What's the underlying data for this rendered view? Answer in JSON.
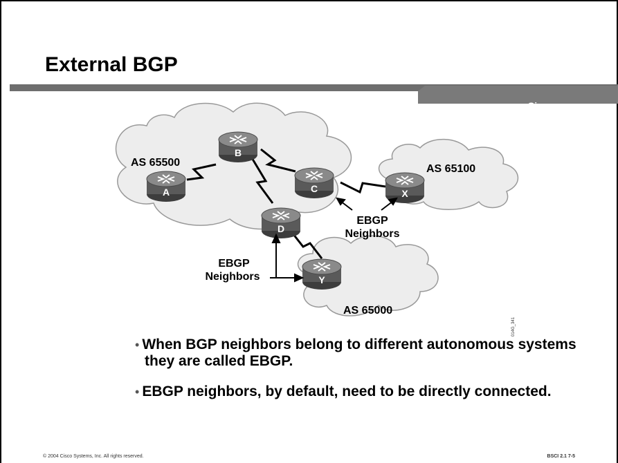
{
  "slide": {
    "title": "External BGP",
    "brand": "Cisco.com",
    "footer_left": "© 2004 Cisco Systems, Inc. All rights reserved.",
    "footer_right": "BSCI 2.1    7-5",
    "figure_id": "014G_341"
  },
  "diagram": {
    "as_labels": {
      "as_65500": "AS 65500",
      "as_65100": "AS 65100",
      "as_65000": "AS 65000"
    },
    "routers": {
      "a": "A",
      "b": "B",
      "c": "C",
      "d": "D",
      "x": "X",
      "y": "Y"
    },
    "ebgp_right": {
      "line1": "EBGP",
      "line2": "Neighbors"
    },
    "ebgp_left": {
      "line1": "EBGP",
      "line2": "Neighbors"
    }
  },
  "bullets": [
    "When BGP neighbors belong to different autonomous systems they are called EBGP.",
    "EBGP neighbors, by default, need to be directly connected."
  ],
  "colors": {
    "header_bar": "#6e6e6e",
    "cloud_fill": "#ededed",
    "router_top": "#8a8a8a",
    "router_body": "#5a5a5a"
  }
}
